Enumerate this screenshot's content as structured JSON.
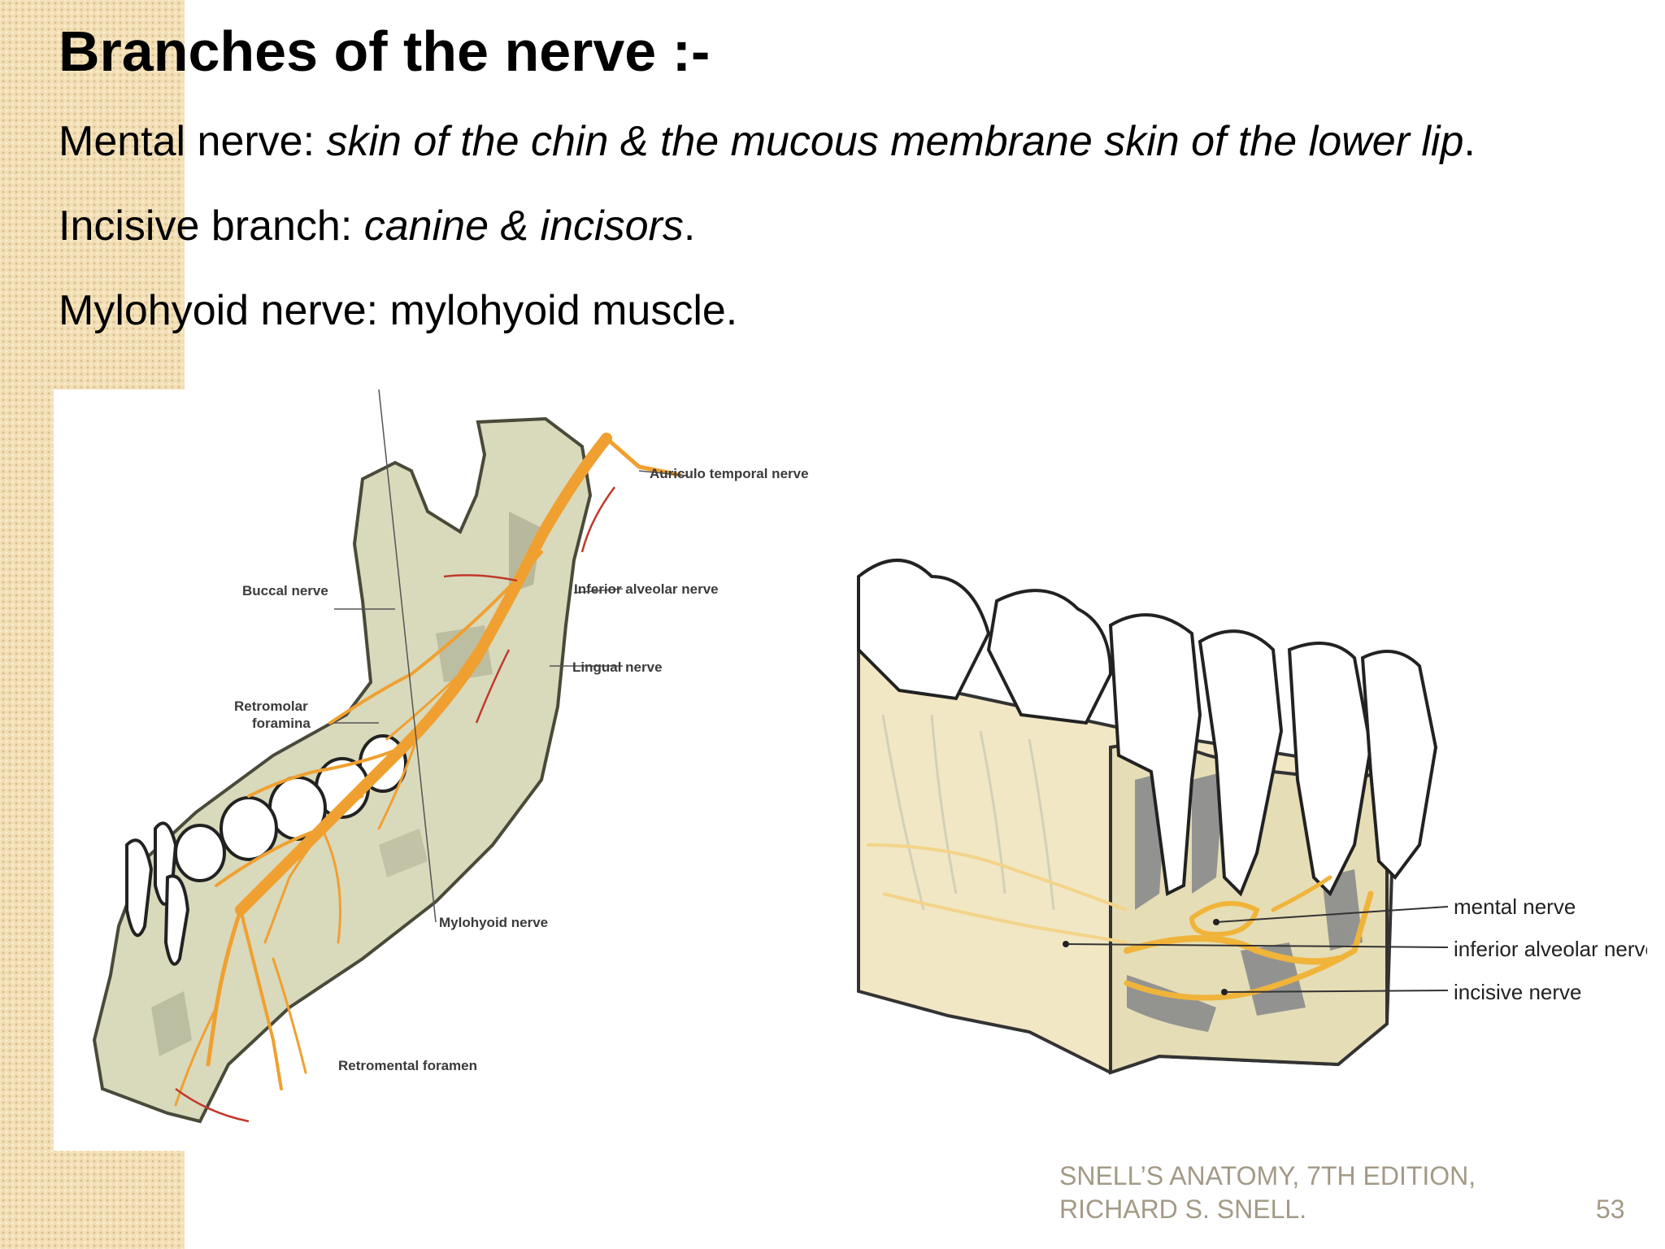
{
  "slide": {
    "title": "Branches of the nerve :-",
    "items": [
      {
        "name": "Mental nerve:",
        "desc": "skin of the chin & the mucous membrane skin of the lower lip",
        "desc_style": "italic",
        "end": "."
      },
      {
        "name": "Incisive branch:",
        "desc": "canine & incisors",
        "desc_style": "italic",
        "end": "."
      },
      {
        "name": "Mylohyoid nerve:",
        "desc": "mylohyoid muscle",
        "desc_style": "normal",
        "end": "."
      }
    ],
    "footer": {
      "line1": "SNELL’S ANATOMY, 7TH EDITION,",
      "line2": "RICHARD S. SNELL."
    },
    "page_number": "53"
  },
  "left_figure": {
    "labels": {
      "auriculo": "Auriculo temporal nerve",
      "inferior_alveolar": "Inferior alveolar nerve",
      "buccal": "Buccal nerve",
      "lingual": "Lingual nerve",
      "retromolar_1": "Retromolar",
      "retromolar_2": "foramina",
      "mylohyoid": "Mylohyoid nerve",
      "retromental": "Retromental foramen"
    }
  },
  "right_figure": {
    "labels": {
      "mental": "mental nerve",
      "inferior_alveolar": "inferior alveolar nerve",
      "incisive": "incisive nerve"
    }
  },
  "colors": {
    "stripe": "#f3dfb6",
    "nerve": "#f0a030",
    "bone": "#d9d9bc",
    "footer_text": "#a39a86"
  }
}
